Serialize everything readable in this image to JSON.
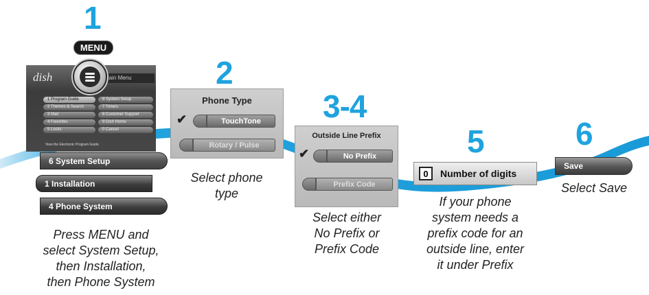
{
  "steps": [
    {
      "number": "1",
      "caption_lines": [
        "Press MENU and",
        "select System Setup,",
        "then Installation,",
        "then Phone System"
      ]
    },
    {
      "number": "2",
      "caption_lines": [
        "Select phone",
        "type"
      ]
    },
    {
      "number": "3-4",
      "caption_lines": [
        "Select either",
        "No Prefix or",
        "Prefix Code"
      ]
    },
    {
      "number": "5",
      "caption_lines": [
        "If your phone",
        "system needs a",
        "prefix code for an",
        "outside line, enter",
        "it under Prefix"
      ]
    },
    {
      "number": "6",
      "caption_lines": [
        "Select Save"
      ]
    }
  ],
  "remote": {
    "menu_button_label": "MENU",
    "menu_button_icon": "menu-lines-icon"
  },
  "main_menu": {
    "logo": "dish",
    "title": "Main Menu",
    "items": [
      "1 Program Guide",
      "8 System Setup",
      "2 Themes & Search",
      "7 Timers",
      "3 Mail",
      "8 Customer Support",
      "4 Favorites",
      "9 Dish Home",
      "5 Locks",
      "0 Cancel"
    ],
    "hint": "View the Electronic Program Guide"
  },
  "path_buttons": {
    "system_setup": "6 System Setup",
    "installation": "1 Installation",
    "phone_system": "4 Phone System"
  },
  "phone_type": {
    "title": "Phone Type",
    "options": [
      "TouchTone",
      "Rotary / Pulse"
    ],
    "selected": "TouchTone"
  },
  "outside_line": {
    "title": "Outside Line Prefix",
    "options": [
      "No Prefix",
      "Prefix Code"
    ],
    "selected": "No Prefix"
  },
  "digits": {
    "value": "0",
    "label": "Number of digits"
  },
  "save": {
    "label": "Save"
  },
  "colors": {
    "accent": "#1fa3de",
    "wave": "#1a9bd7"
  }
}
